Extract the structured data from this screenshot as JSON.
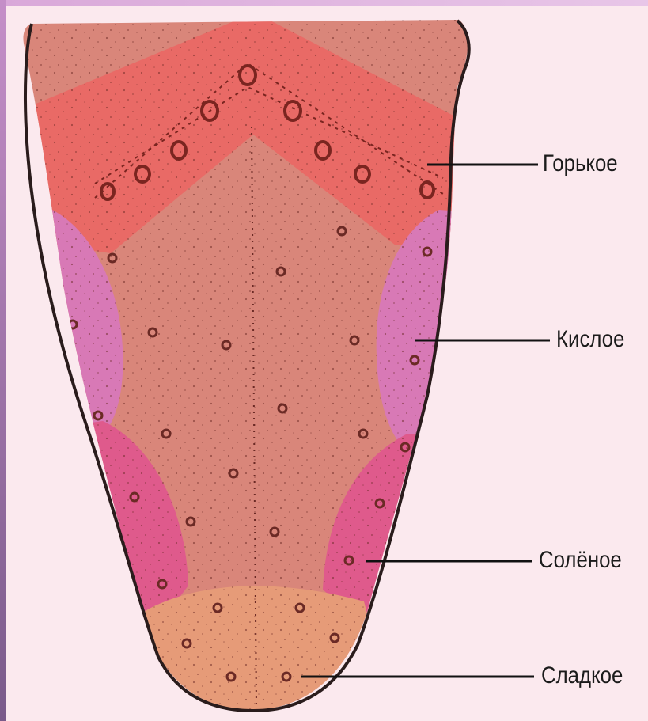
{
  "diagram": {
    "zones": [
      {
        "id": "bitter",
        "label": "Горькое",
        "color": "#e96a66"
      },
      {
        "id": "sour",
        "label": "Кислое",
        "color": "#d879b6"
      },
      {
        "id": "salty",
        "label": "Солёное",
        "color": "#df5a8c"
      },
      {
        "id": "sweet",
        "label": "Сладкое",
        "color": "#e69b78"
      }
    ],
    "base_color": "#d9867a",
    "outline_color": "#2a1c1c"
  }
}
